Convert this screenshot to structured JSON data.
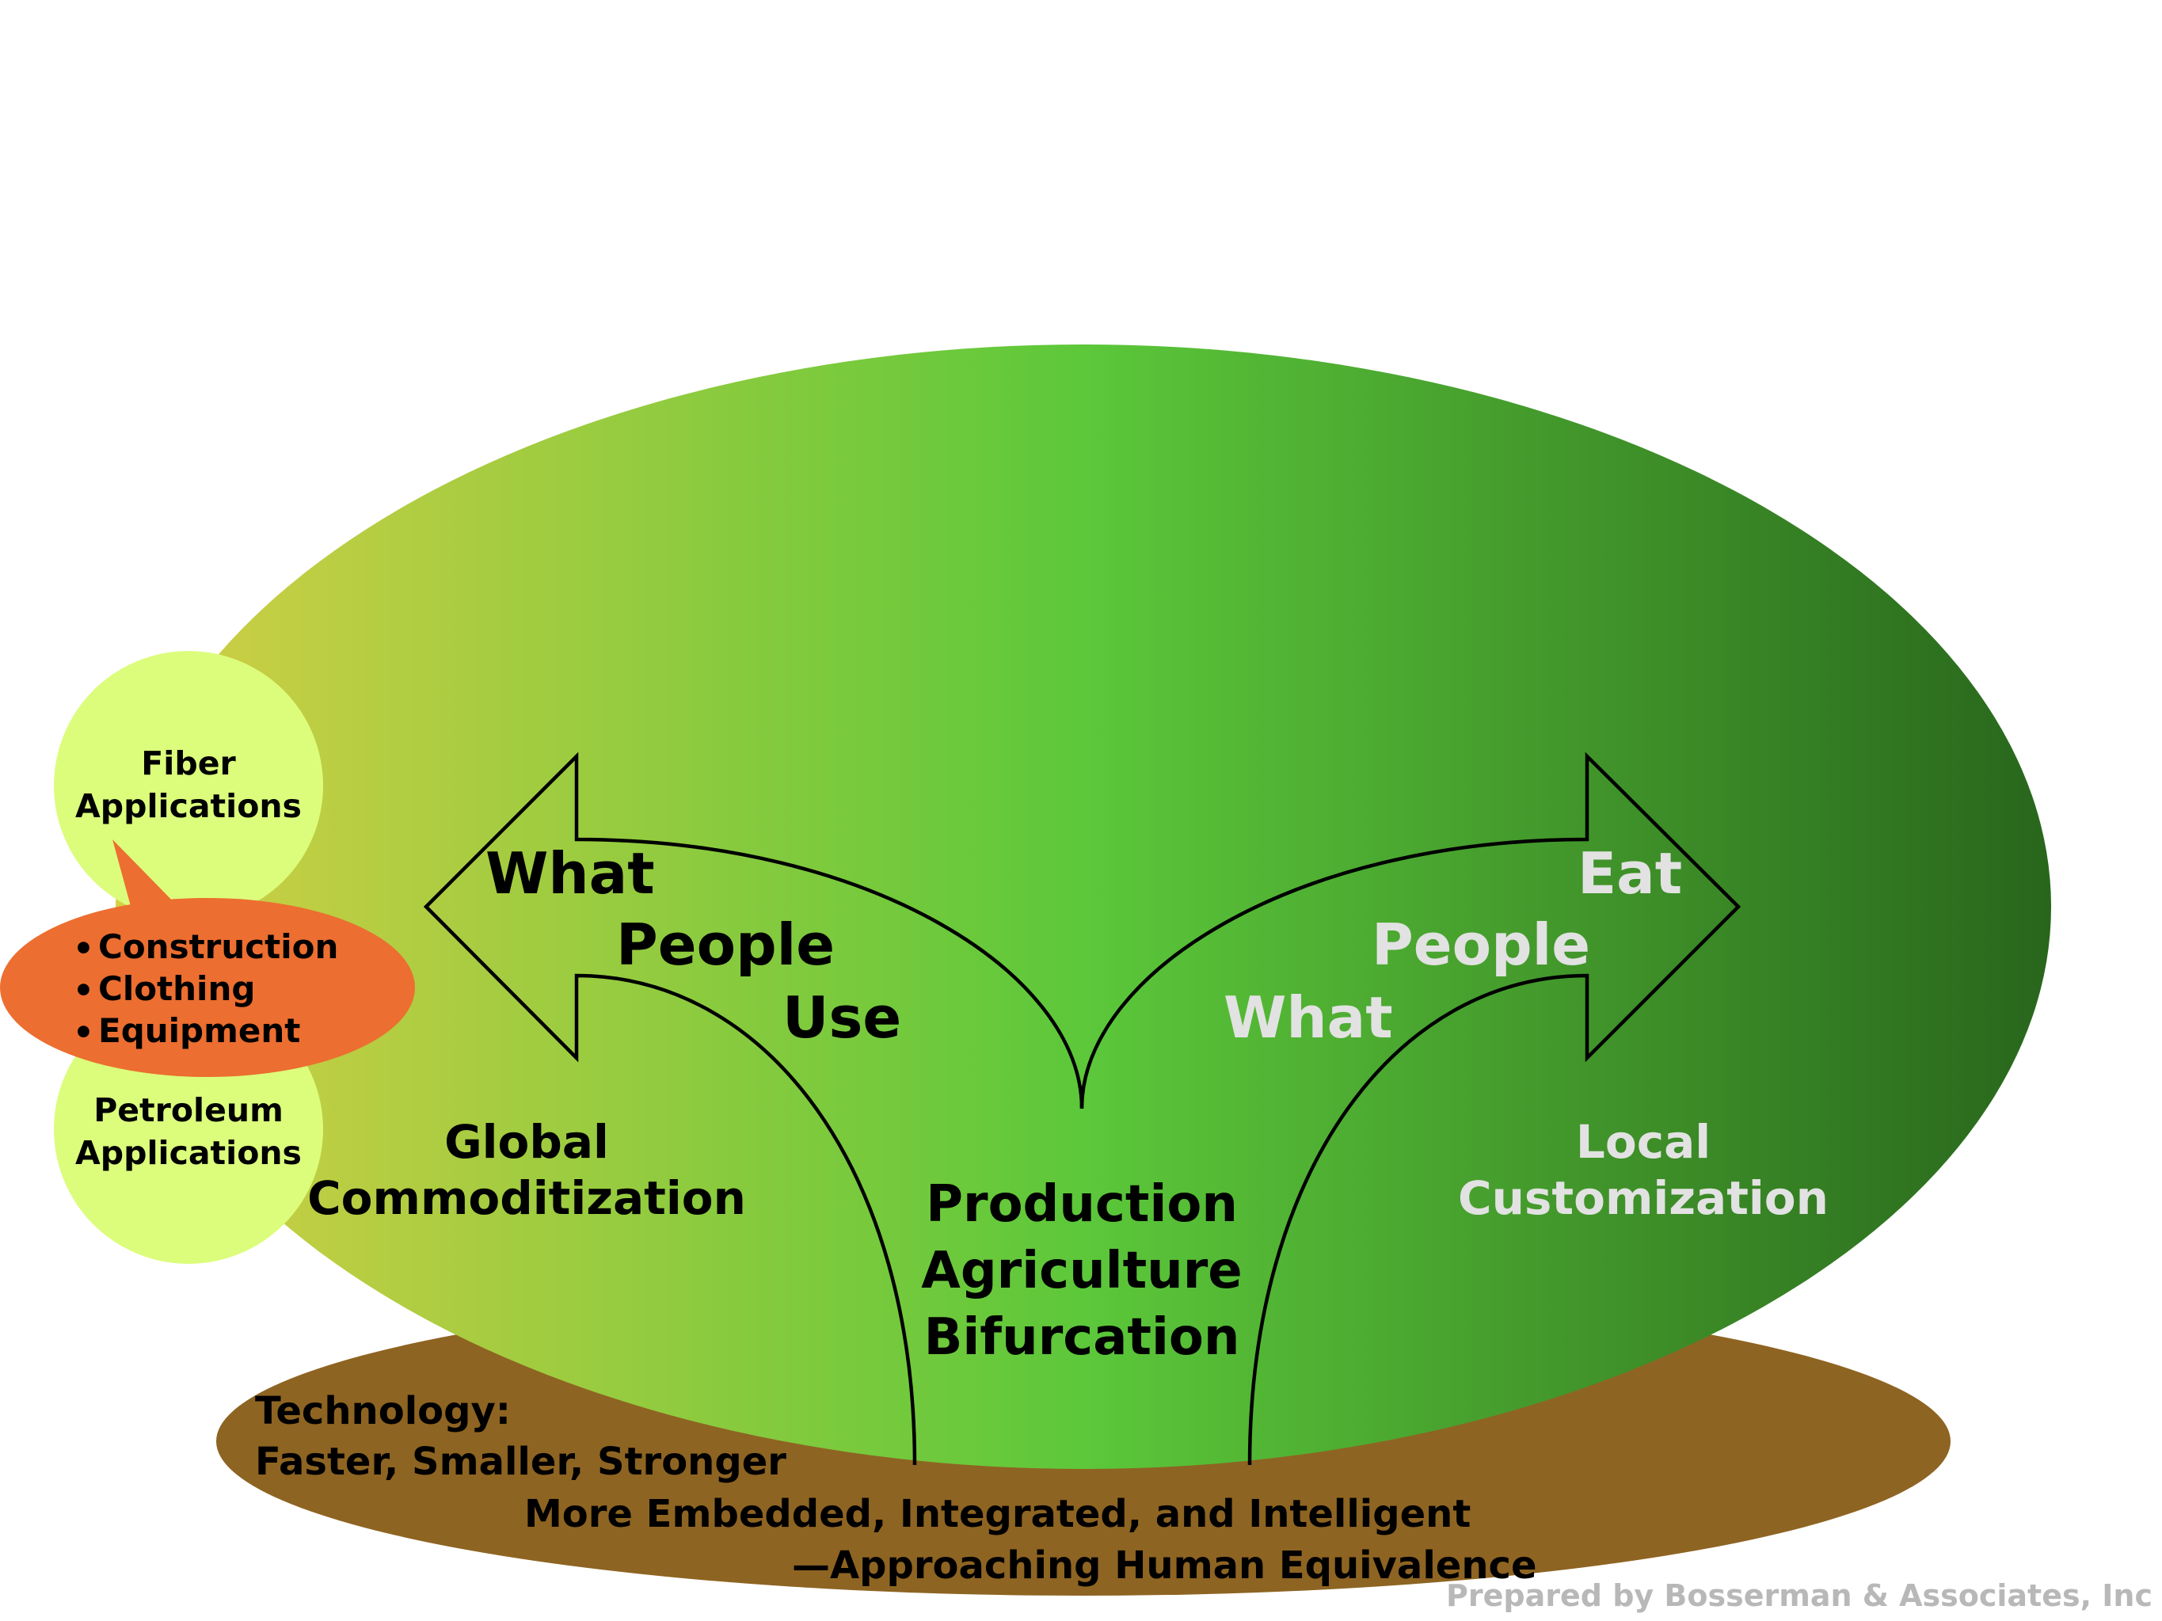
{
  "colors": {
    "ellipse_left": "#d6cf45",
    "ellipse_mid": "#5cc83a",
    "ellipse_right": "#28661c",
    "ground": "#8e6422",
    "bubble_fill": "#dcfd7c",
    "callout_fill": "#ec6e30",
    "text_dark": "#000000",
    "text_light": "#e2e2e2",
    "credit_gray": "#b8b8b8"
  },
  "bubbles": {
    "fiber": {
      "line1": "Fiber",
      "line2": "Applications"
    },
    "petroleum": {
      "line1": "Petroleum",
      "line2": "Applications"
    }
  },
  "callout": {
    "items": [
      "Construction",
      "Clothing",
      "Equipment"
    ],
    "bullet": "•"
  },
  "left_arrow": {
    "words": [
      "What",
      "People",
      "Use"
    ],
    "caption": [
      "Global",
      "Commoditization"
    ]
  },
  "right_arrow": {
    "words": [
      "Eat",
      "People",
      "What"
    ],
    "caption": [
      "Local",
      "Customization"
    ]
  },
  "center": {
    "lines": [
      "Production",
      "Agriculture",
      "Bifurcation"
    ]
  },
  "technology": {
    "lines": [
      "Technology:",
      "Faster, Smaller, Stronger",
      "More Embedded, Integrated, and Intelligent",
      "—Approaching Human Equivalence"
    ]
  },
  "credit": "Prepared by Bosserman & Associates, Inc"
}
